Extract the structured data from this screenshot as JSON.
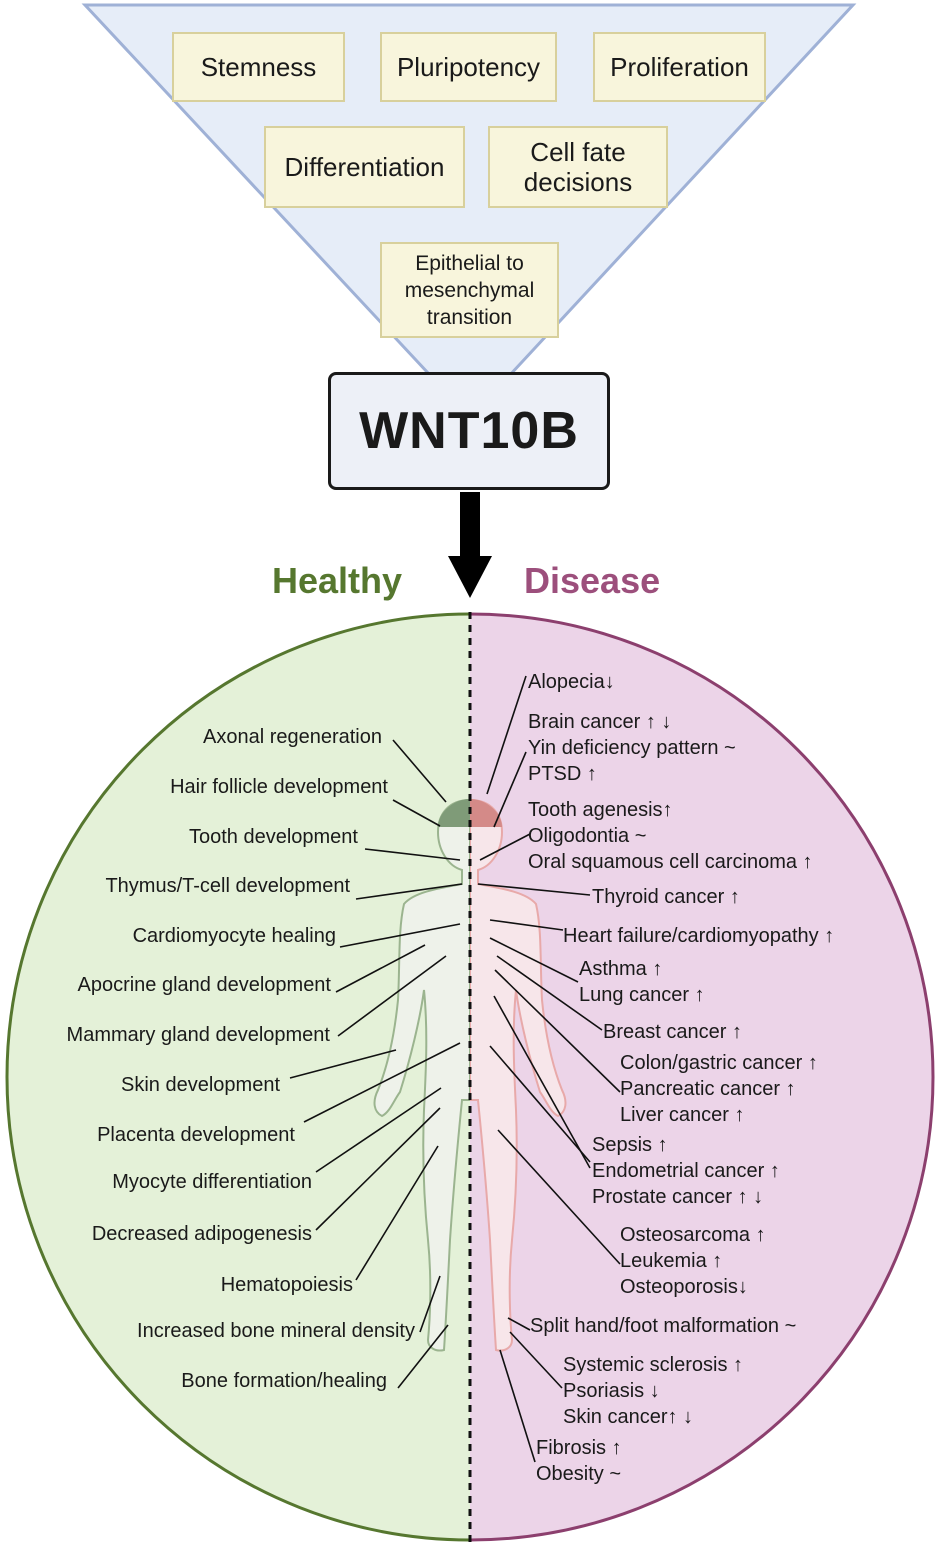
{
  "funnel": {
    "boxes": [
      "Stemness",
      "Pluripotency",
      "Proliferation",
      "Differentiation",
      "Cell fate decisions",
      "Epithelial to mesenchymal transition"
    ]
  },
  "center": {
    "gene": "WNT10B"
  },
  "healthy": {
    "title": "Healthy",
    "color": "#56772f",
    "fill": "#e4f1d8",
    "items": [
      "Axonal regeneration",
      "Hair follicle development",
      "Tooth development",
      "Thymus/T-cell development",
      "Cardiomyocyte healing",
      "Apocrine gland development",
      "Mammary gland development",
      "Skin development",
      "Placenta development",
      "Myocyte differentiation",
      "Decreased adipogenesis",
      "Hematopoiesis",
      "Increased bone mineral density",
      "Bone formation/healing"
    ]
  },
  "disease": {
    "title": "Disease",
    "color": "#9c4f7c",
    "fill": "#ecd4e8",
    "items": [
      "Alopecia↓",
      "Brain cancer ↑ ↓",
      "Yin deficiency pattern ~",
      "PTSD ↑",
      "Tooth agenesis↑",
      "Oligodontia ~",
      "Oral squamous cell carcinoma ↑",
      "Thyroid cancer ↑",
      "Heart failure/cardiomyopathy ↑",
      "Asthma ↑",
      "Lung cancer ↑",
      "Breast cancer ↑",
      "Colon/gastric cancer ↑",
      "Pancreatic cancer ↑",
      "Liver cancer ↑",
      "Sepsis ↑",
      "Endometrial cancer ↑",
      "Prostate cancer ↑ ↓",
      "Osteosarcoma ↑",
      "Leukemia ↑",
      "Osteoporosis↓",
      "Split hand/foot malformation ~",
      "Systemic sclerosis ↑",
      "Psoriasis ↓",
      "Skin cancer↑ ↓",
      "Fibrosis ↑",
      "Obesity ~"
    ]
  }
}
